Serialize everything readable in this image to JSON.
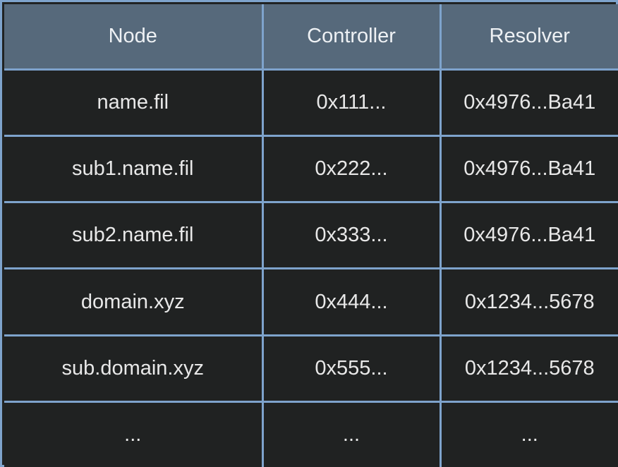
{
  "table": {
    "headers": [
      "Node",
      "Controller",
      "Resolver"
    ],
    "rows": [
      [
        "name.fil",
        "0x111...",
        "0x4976...Ba41"
      ],
      [
        "sub1.name.fil",
        "0x222...",
        "0x4976...Ba41"
      ],
      [
        "sub2.name.fil",
        "0x333...",
        "0x4976...Ba41"
      ],
      [
        "domain.xyz",
        "0x444...",
        "0x1234...5678"
      ],
      [
        "sub.domain.xyz",
        "0x555...",
        "0x1234...5678"
      ],
      [
        "...",
        "...",
        "..."
      ]
    ]
  },
  "colors": {
    "header_bg": "#56697b",
    "cell_bg": "#202222",
    "grid_line": "#7ea3cc",
    "text": "#e8e8e8"
  }
}
